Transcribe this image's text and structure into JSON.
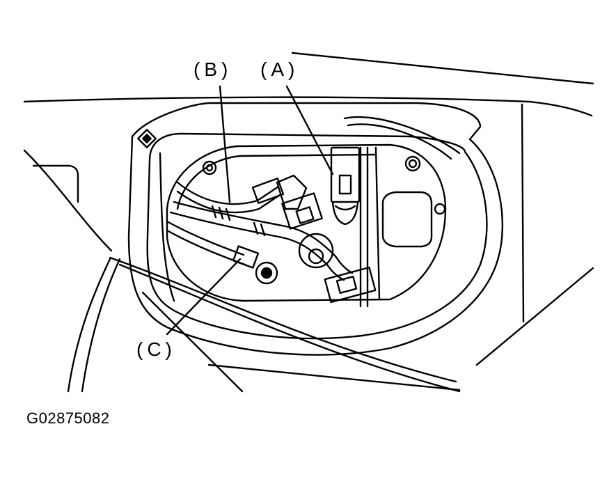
{
  "callouts": {
    "a": "(A)",
    "b": "(B)",
    "c": "(C)"
  },
  "figure_id": "G02875082",
  "colors": {
    "line": "#000000",
    "background": "#ffffff"
  }
}
